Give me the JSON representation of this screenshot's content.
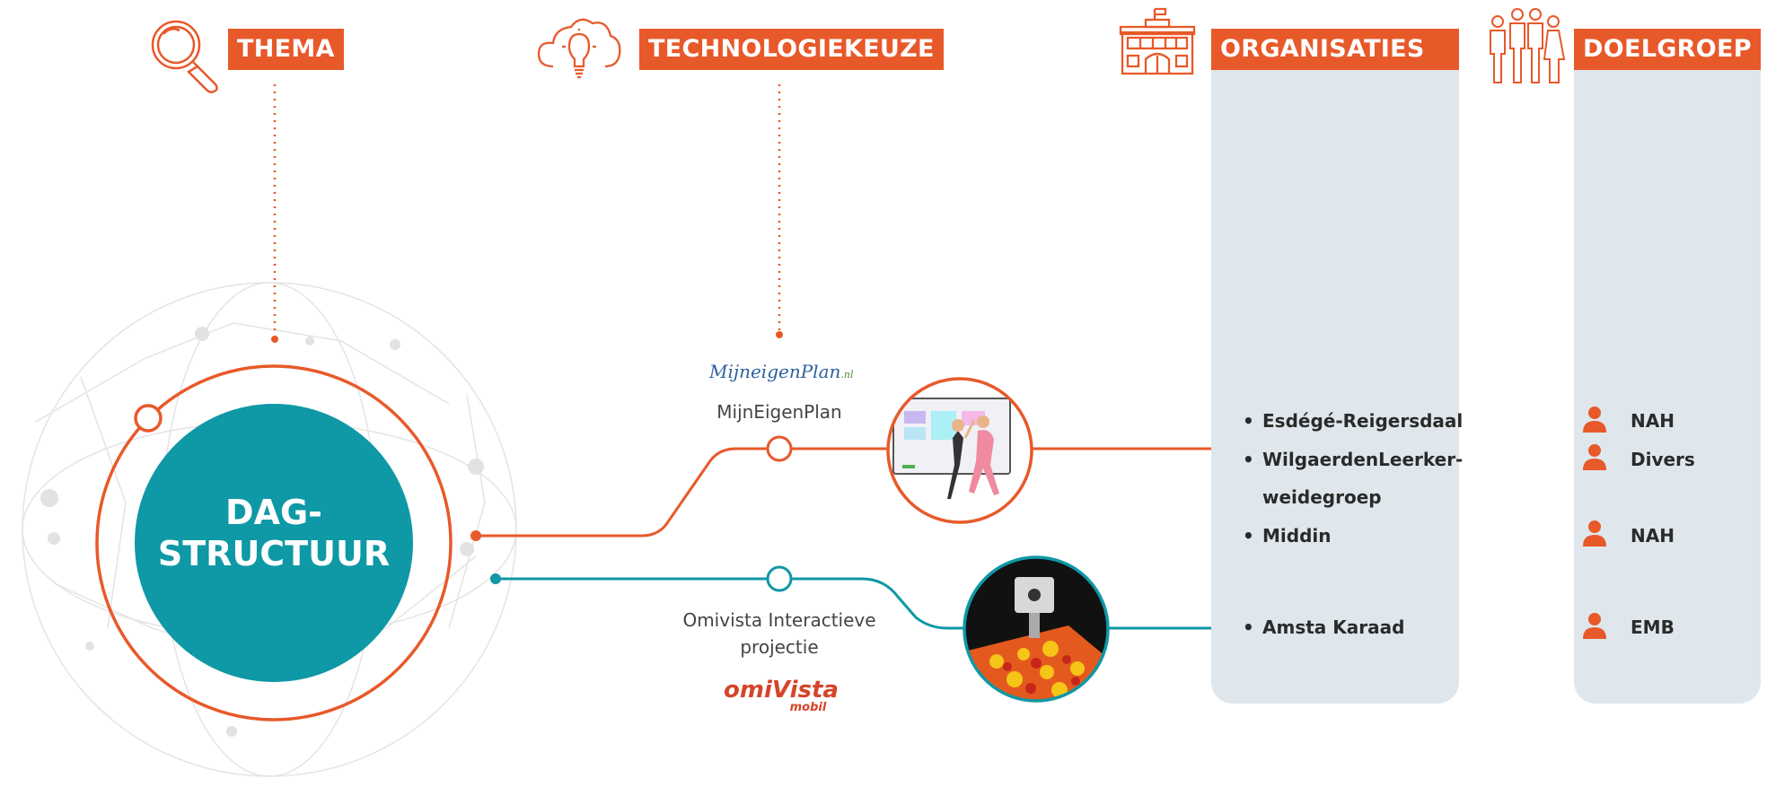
{
  "headers": {
    "thema": "THEMA",
    "technologiekeuze": "TECHNOLOGIEKEUZE",
    "organisaties": "ORGANISATIES",
    "doelgroep": "DOELGROEP"
  },
  "center": {
    "line1": "DAG-",
    "line2": "STRUCTUUR"
  },
  "technologies": [
    {
      "logo_text": "MijneigenPlan",
      "logo_suffix": ".nl",
      "label": "MijnEigenPlan"
    },
    {
      "label_line1": "Omivista Interactieve",
      "label_line2": "projectie",
      "logo_text": "omiVista",
      "logo_sub": "mobil"
    }
  ],
  "organisaties": [
    "Esdégé-Reigersdaal",
    "WilgaerdenLeerker-",
    "weidegroep",
    "Middin",
    "Amsta Karaad"
  ],
  "doelgroep": [
    "NAH",
    "Divers",
    "NAH",
    "EMB"
  ],
  "colors": {
    "orange": "#e8592a",
    "teal": "#0f98a5",
    "panel": "#dfe7ec"
  },
  "icons": [
    "magnifier-icon",
    "lightbulb-cloud-icon",
    "building-icon",
    "people-group-icon",
    "person-icon"
  ]
}
